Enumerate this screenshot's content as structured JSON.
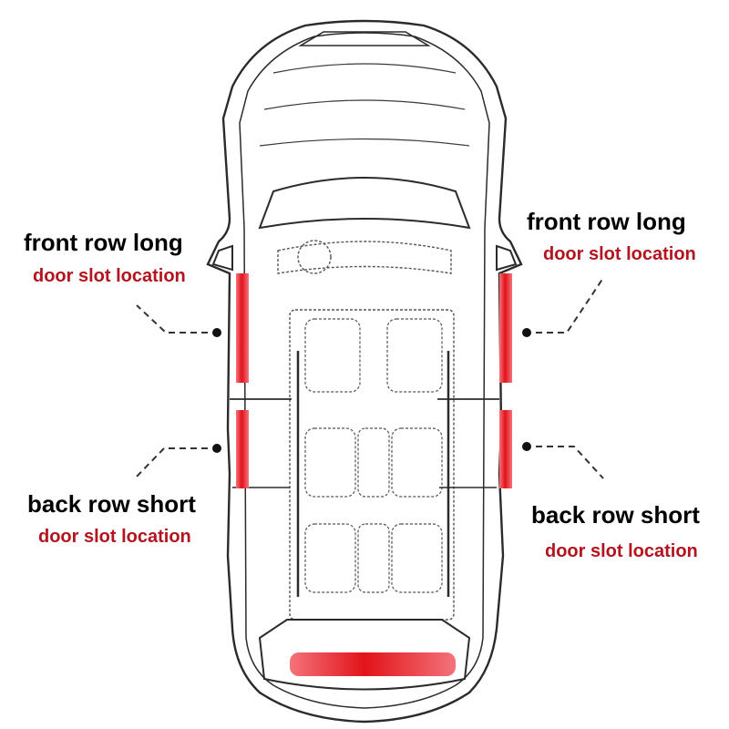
{
  "labels": {
    "front_left": {
      "title": "front row long",
      "subtitle": "door slot location"
    },
    "front_right": {
      "title": "front row long",
      "subtitle": "door slot location"
    },
    "back_left": {
      "title": "back row  short",
      "subtitle": "door slot location"
    },
    "back_right": {
      "title": "back row  short",
      "subtitle": "door slot location"
    }
  },
  "colors": {
    "accent_red": "#e2131a",
    "subtitle_red": "#b3141e",
    "outline": "#2b2b2b",
    "text": "#000000"
  }
}
